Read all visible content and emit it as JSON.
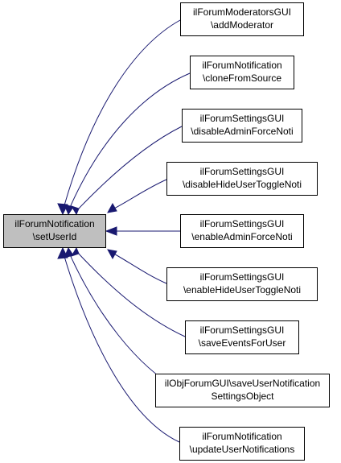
{
  "colors": {
    "edge": "#191970",
    "focus_fill": "#bfbfbf",
    "node_fill": "#ffffff",
    "node_border": "#000000"
  },
  "focus": {
    "line1": "ilForumNotification",
    "line2": "\\setUserId"
  },
  "callers": [
    {
      "line1": "ilForumModeratorsGUI",
      "line2": "\\addModerator"
    },
    {
      "line1": "ilForumNotification",
      "line2": "\\cloneFromSource"
    },
    {
      "line1": "ilForumSettingsGUI",
      "line2": "\\disableAdminForceNoti"
    },
    {
      "line1": "ilForumSettingsGUI",
      "line2": "\\disableHideUserToggleNoti"
    },
    {
      "line1": "ilForumSettingsGUI",
      "line2": "\\enableAdminForceNoti"
    },
    {
      "line1": "ilForumSettingsGUI",
      "line2": "\\enableHideUserToggleNoti"
    },
    {
      "line1": "ilForumSettingsGUI",
      "line2": "\\saveEventsForUser"
    },
    {
      "line1": "ilObjForumGUI\\saveUserNotification",
      "line2": "SettingsObject"
    },
    {
      "line1": "ilForumNotification",
      "line2": "\\updateUserNotifications"
    }
  ]
}
